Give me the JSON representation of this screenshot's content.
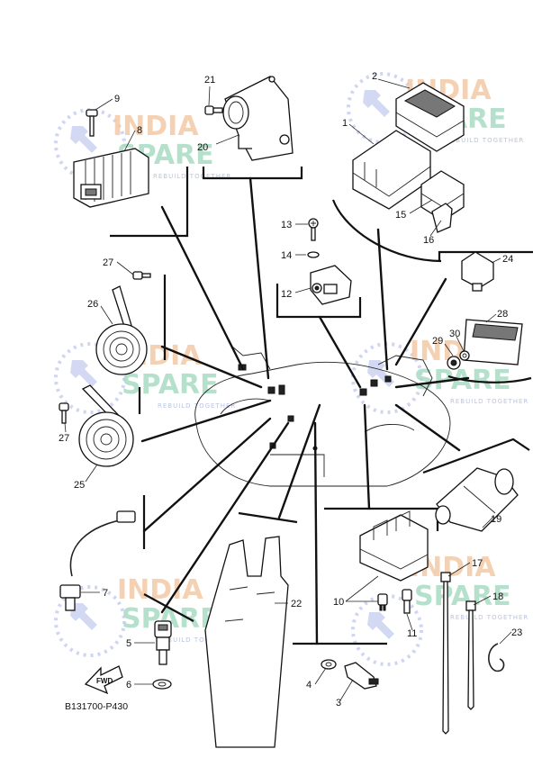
{
  "diagram_code": "B131700-P430",
  "fwd_label": "FWD",
  "watermark": {
    "line1": "INDIA",
    "line2": "SPARE",
    "tagline": "REBUILD TOGETHER"
  },
  "callouts": {
    "c1": "1",
    "c2": "2",
    "c3": "3",
    "c4": "4",
    "c5": "5",
    "c6": "6",
    "c7": "7",
    "c8": "8",
    "c9": "9",
    "c10": "10",
    "c11": "11",
    "c12": "12",
    "c13": "13",
    "c14": "14",
    "c15": "15",
    "c16": "16",
    "c17": "17",
    "c18": "18",
    "c19": "19",
    "c20": "20",
    "c21": "21",
    "c22": "22",
    "c23": "23",
    "c24": "24",
    "c25": "25",
    "c26": "26",
    "c27a": "27",
    "c27b": "27",
    "c28": "28",
    "c29": "29",
    "c30": "30"
  }
}
